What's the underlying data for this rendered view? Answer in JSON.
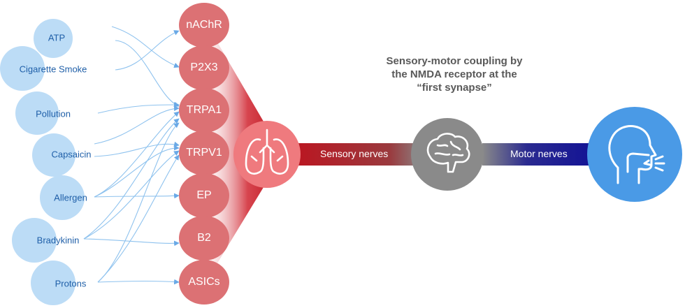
{
  "stimuli": [
    {
      "label": "ATP"
    },
    {
      "label": "Cigarette Smoke"
    },
    {
      "label": "Pollution"
    },
    {
      "label": "Capsaicin"
    },
    {
      "label": "Allergen"
    },
    {
      "label": "Bradykinin"
    },
    {
      "label": "Protons"
    }
  ],
  "receptors": [
    {
      "label": "nAChR"
    },
    {
      "label": "P2X3"
    },
    {
      "label": "TRPA1"
    },
    {
      "label": "TRPV1"
    },
    {
      "label": "EP"
    },
    {
      "label": "B2"
    },
    {
      "label": "ASICs"
    }
  ],
  "title_lines": [
    "Sensory-motor coupling by",
    "the NMDA receptor at the",
    "“first synapse”"
  ],
  "sensory_label": "Sensory nerves",
  "motor_label": "Motor nerves",
  "icons": {
    "lungs": "lungs-icon",
    "brain": "brain-icon",
    "head": "cough-head-icon"
  },
  "colors": {
    "stimulus_circle": "#bcdcf6",
    "stimulus_text": "#1f5fa8",
    "receptor": "#dc7174",
    "sensory_arrow": "#c0101c",
    "motor_arrow": "#14149c",
    "brain_circle": "#8a8a8a",
    "head_circle": "#4a9ae6"
  }
}
